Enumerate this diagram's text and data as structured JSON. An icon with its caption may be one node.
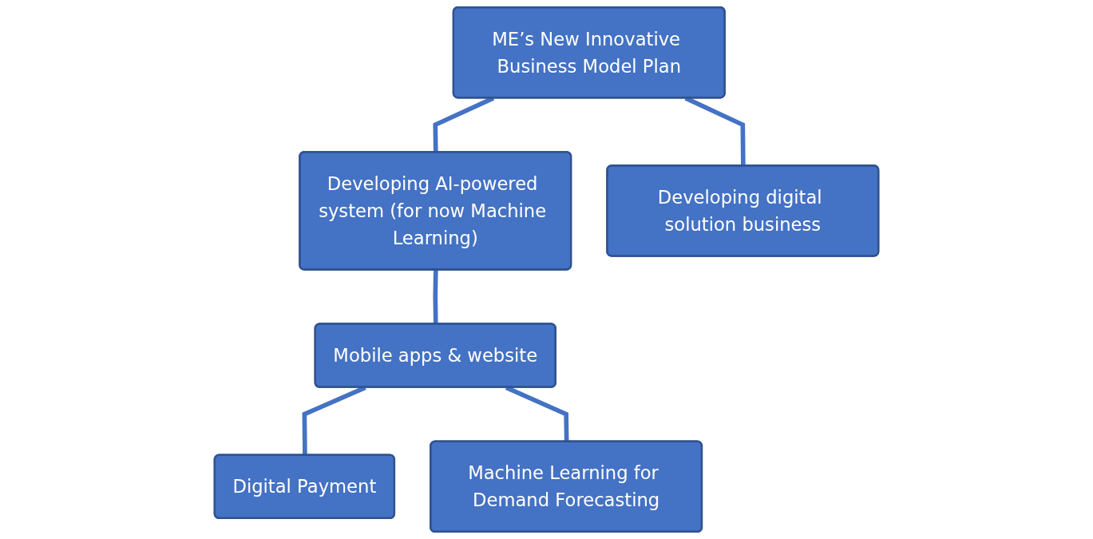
{
  "diagram": {
    "nodes": [
      {
        "text": [
          "ME’s New Innovative Business Model Plan"
        ]
      },
      {
        "text": [
          "Developing AI-powered system (for now Machine Learning)"
        ]
      },
      {
        "text": [
          "Developing digital solution business"
        ]
      },
      {
        "text": [
          "Digital Payment"
        ]
      },
      {
        "text": [
          "Mobile apps & website"
        ]
      },
      {
        "text": [
          "Machine Learning for Demand Forecasting"
        ]
      }
    ],
    "edges": [
      {
        "from": 0,
        "to": 1,
        "arrow": "none"
      },
      {
        "from": 0,
        "to": 2,
        "arrow": "none"
      },
      {
        "from": 1,
        "to": 4,
        "arrow": "none"
      },
      {
        "from": 4,
        "to": 3,
        "arrow": "none"
      },
      {
        "from": 4,
        "to": 5,
        "arrow": "none"
      }
    ]
  }
}
